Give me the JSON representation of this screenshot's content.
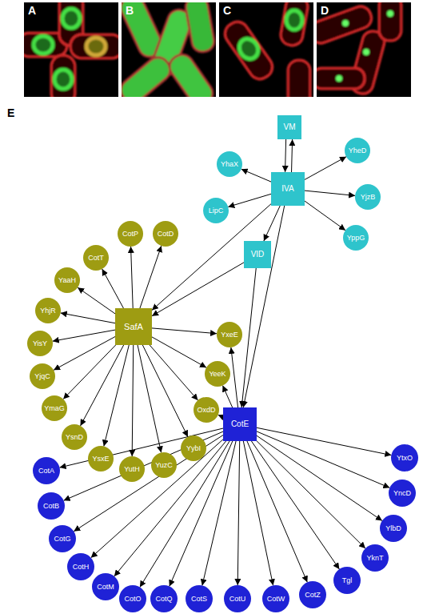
{
  "diagram": {
    "nodes": [
      {
        "text": [
          "VM"
        ]
      },
      {
        "text": [
          "IVA"
        ]
      },
      {
        "text": [
          "YhaX"
        ]
      },
      {
        "text": [
          "LipC"
        ]
      },
      {
        "text": [
          "YheD"
        ]
      },
      {
        "text": [
          "YjzB"
        ]
      },
      {
        "text": [
          "YppG"
        ]
      },
      {
        "text": [
          "VID"
        ]
      },
      {
        "text": [
          "SafA"
        ]
      },
      {
        "text": [
          "CotT"
        ]
      },
      {
        "text": [
          "CotP"
        ]
      },
      {
        "text": [
          "CotD"
        ]
      },
      {
        "text": [
          "YaaH"
        ]
      },
      {
        "text": [
          "YhjR"
        ]
      },
      {
        "text": [
          "YisY"
        ]
      },
      {
        "text": [
          "YjqC"
        ]
      },
      {
        "text": [
          "YmaG"
        ]
      },
      {
        "text": [
          "YsnD"
        ]
      },
      {
        "text": [
          "YsxE"
        ]
      },
      {
        "text": [
          "YutH"
        ]
      },
      {
        "text": [
          "YuzC"
        ]
      },
      {
        "text": [
          "YybI"
        ]
      },
      {
        "text": [
          "YxeE"
        ]
      },
      {
        "text": [
          "YeeK"
        ]
      },
      {
        "text": [
          "OxdD"
        ]
      },
      {
        "text": [
          "CotE"
        ]
      },
      {
        "text": [
          "CotA"
        ]
      },
      {
        "text": [
          "CotB"
        ]
      },
      {
        "text": [
          "CotG"
        ]
      },
      {
        "text": [
          "CotH"
        ]
      },
      {
        "text": [
          "CotM"
        ]
      },
      {
        "text": [
          "CotO"
        ]
      },
      {
        "text": [
          "CotQ"
        ]
      },
      {
        "text": [
          "CotS"
        ]
      },
      {
        "text": [
          "CotU"
        ]
      },
      {
        "text": [
          "CotW"
        ]
      },
      {
        "text": [
          "CotZ"
        ]
      },
      {
        "text": [
          "Tgl"
        ]
      },
      {
        "text": [
          "YknT"
        ]
      },
      {
        "text": [
          "YlbD"
        ]
      },
      {
        "text": [
          "YncD"
        ]
      },
      {
        "text": [
          "YtxO"
        ]
      }
    ],
    "edges": [
      {
        "from": 0,
        "to": 1,
        "arrow": "to"
      },
      {
        "from": 1,
        "to": 0,
        "arrow": "to"
      },
      {
        "from": 1,
        "to": 2,
        "arrow": "to"
      },
      {
        "from": 1,
        "to": 3,
        "arrow": "to"
      },
      {
        "from": 1,
        "to": 4,
        "arrow": "to"
      },
      {
        "from": 1,
        "to": 5,
        "arrow": "to"
      },
      {
        "from": 1,
        "to": 6,
        "arrow": "to"
      },
      {
        "from": 1,
        "to": 7,
        "arrow": "to"
      },
      {
        "from": 1,
        "to": 8,
        "arrow": "to"
      },
      {
        "from": 7,
        "to": 8,
        "arrow": "to"
      },
      {
        "from": 1,
        "to": 25,
        "arrow": "to"
      },
      {
        "from": 7,
        "to": 25,
        "arrow": "to"
      },
      {
        "from": 8,
        "to": 9,
        "arrow": "to"
      },
      {
        "from": 8,
        "to": 10,
        "arrow": "to"
      },
      {
        "from": 8,
        "to": 11,
        "arrow": "to"
      },
      {
        "from": 8,
        "to": 12,
        "arrow": "to"
      },
      {
        "from": 8,
        "to": 13,
        "arrow": "to"
      },
      {
        "from": 8,
        "to": 14,
        "arrow": "to"
      },
      {
        "from": 8,
        "to": 15,
        "arrow": "to"
      },
      {
        "from": 8,
        "to": 16,
        "arrow": "to"
      },
      {
        "from": 8,
        "to": 17,
        "arrow": "to"
      },
      {
        "from": 8,
        "to": 18,
        "arrow": "to"
      },
      {
        "from": 8,
        "to": 19,
        "arrow": "to"
      },
      {
        "from": 8,
        "to": 20,
        "arrow": "to"
      },
      {
        "from": 8,
        "to": 21,
        "arrow": "to"
      },
      {
        "from": 8,
        "to": 22,
        "arrow": "to"
      },
      {
        "from": 8,
        "to": 23,
        "arrow": "to"
      },
      {
        "from": 8,
        "to": 24,
        "arrow": "to"
      },
      {
        "from": 25,
        "to": 22,
        "arrow": "to"
      },
      {
        "from": 25,
        "to": 23,
        "arrow": "to"
      },
      {
        "from": 25,
        "to": 24,
        "arrow": "to"
      },
      {
        "from": 25,
        "to": 26,
        "arrow": "to"
      },
      {
        "from": 25,
        "to": 27,
        "arrow": "to"
      },
      {
        "from": 25,
        "to": 28,
        "arrow": "to"
      },
      {
        "from": 25,
        "to": 29,
        "arrow": "to"
      },
      {
        "from": 25,
        "to": 30,
        "arrow": "to"
      },
      {
        "from": 25,
        "to": 31,
        "arrow": "to"
      },
      {
        "from": 25,
        "to": 32,
        "arrow": "to"
      },
      {
        "from": 25,
        "to": 33,
        "arrow": "to"
      },
      {
        "from": 25,
        "to": 34,
        "arrow": "to"
      },
      {
        "from": 25,
        "to": 35,
        "arrow": "to"
      },
      {
        "from": 25,
        "to": 36,
        "arrow": "to"
      },
      {
        "from": 25,
        "to": 37,
        "arrow": "to"
      },
      {
        "from": 25,
        "to": 38,
        "arrow": "to"
      },
      {
        "from": 25,
        "to": 39,
        "arrow": "to"
      },
      {
        "from": 25,
        "to": 40,
        "arrow": "to"
      },
      {
        "from": 25,
        "to": 41,
        "arrow": "to"
      }
    ],
    "labels": [
      "A",
      "B",
      "C",
      "D",
      "E"
    ]
  }
}
